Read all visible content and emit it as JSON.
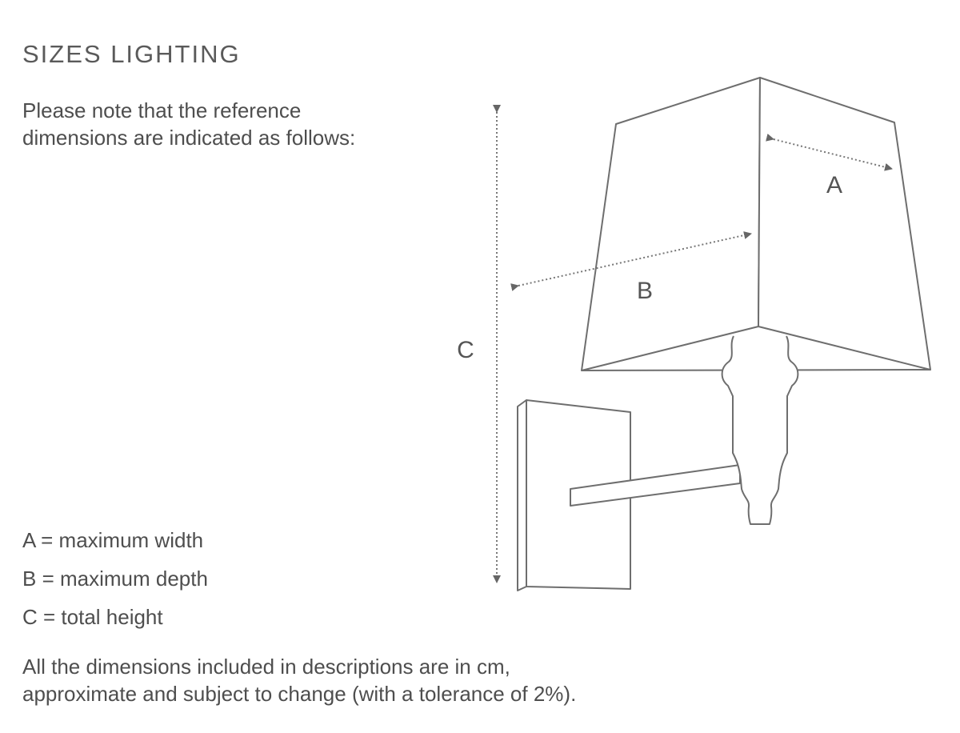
{
  "heading": "SIZES LIGHTING",
  "intro": {
    "line1": "Please note that the reference",
    "line2": "dimensions are indicated as follows:"
  },
  "diagram": {
    "labels": {
      "a": "A",
      "b": "B",
      "c": "C"
    }
  },
  "legend": [
    "A = maximum width",
    "B = maximum depth",
    "C = total height"
  ],
  "footnote": {
    "line1": "All the dimensions included in descriptions are in cm,",
    "line2": "approximate and subject to change (with a tolerance of 2%)."
  }
}
